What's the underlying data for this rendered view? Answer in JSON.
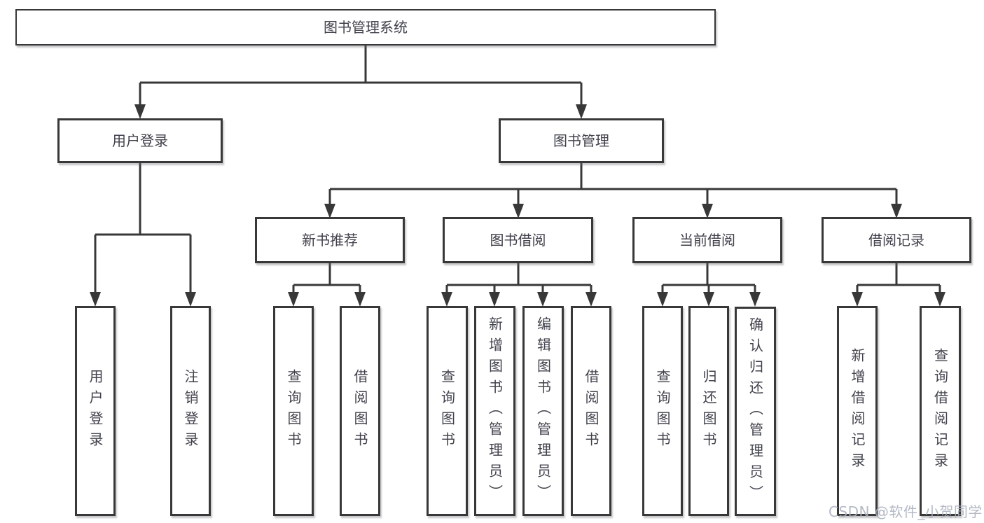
{
  "diagram": {
    "type": "tree",
    "root": {
      "label": "图书管理系统"
    },
    "branches": [
      {
        "label": "用户登录",
        "children": [
          {
            "label": "用户登录"
          },
          {
            "label": "注销登录"
          }
        ]
      },
      {
        "label": "图书管理",
        "children": [
          {
            "label": "新书推荐",
            "children": [
              {
                "label": "查询图书"
              },
              {
                "label": "借阅图书"
              }
            ]
          },
          {
            "label": "图书借阅",
            "children": [
              {
                "label": "查询图书"
              },
              {
                "label": "新增图书（管理员）"
              },
              {
                "label": "编辑图书（管理员）"
              },
              {
                "label": "借阅图书"
              }
            ]
          },
          {
            "label": "当前借阅",
            "children": [
              {
                "label": "查询图书"
              },
              {
                "label": "归还图书"
              },
              {
                "label": "确认归还（管理员）"
              }
            ]
          },
          {
            "label": "借阅记录",
            "children": [
              {
                "label": "新增借阅记录"
              },
              {
                "label": "查询借阅记录"
              }
            ]
          }
        ]
      }
    ]
  },
  "watermark": {
    "text": "CSDN @软件_小贺同学"
  },
  "colors": {
    "line": "#383838",
    "box_border": "#383838",
    "box_background": "#ffffff",
    "text": "#41424c",
    "watermark": "#aaafbc"
  }
}
